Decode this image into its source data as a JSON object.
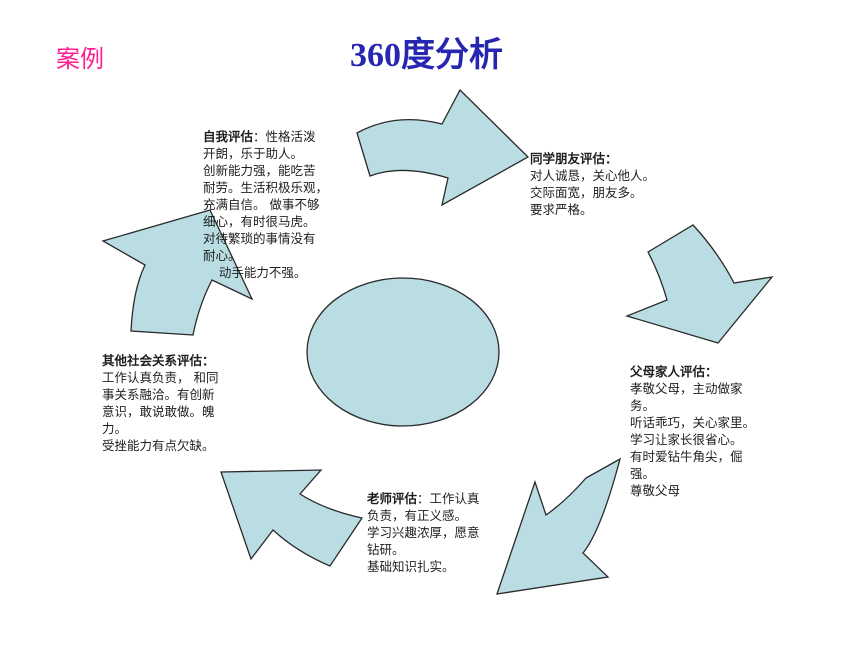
{
  "header": {
    "case_label": "案例",
    "title": "360度分析"
  },
  "notes": {
    "self": {
      "heading": "自我评估",
      "lines": [
        "：性格活泼",
        "开朗，乐于助人。",
        "创新能力强，能吃苦",
        "耐劳。生活积极乐观，",
        "充满自信。 做事不够",
        "细心，有时很马虎。",
        "对待繁琐的事情没有",
        "耐心。",
        "    动手能力不强。"
      ]
    },
    "peers": {
      "heading": "同学朋友评估：",
      "lines": [
        "对人诚恳，关心他人。",
        "交际面宽，朋友多。",
        "要求严格。"
      ]
    },
    "family": {
      "heading": "父母家人评估：",
      "lines": [
        "孝敬父母，主动做家",
        "务。",
        "听话乖巧，关心家里。",
        "学习让家长很省心。",
        "有时爱钻牛角尖，倔",
        "强。",
        "尊敬父母"
      ]
    },
    "teacher": {
      "heading": "老师评估",
      "lines": [
        "：工作认真",
        "负责，有正义感。",
        "学习兴趣浓厚，愿意",
        "钻研。",
        "基础知识扎实。"
      ]
    },
    "social": {
      "heading": "其他社会关系评估：",
      "lines": [
        "工作认真负责， 和同",
        "事关系融洽。有创新",
        "意识，敢说敢做。魄",
        "力。",
        "受挫能力有点欠缺。"
      ]
    }
  },
  "colors": {
    "arrow_fill": "#b9dde2",
    "arrow_stroke": "#2a2a2a",
    "case_label": "#ff1f8f",
    "title": "#2626b0"
  }
}
